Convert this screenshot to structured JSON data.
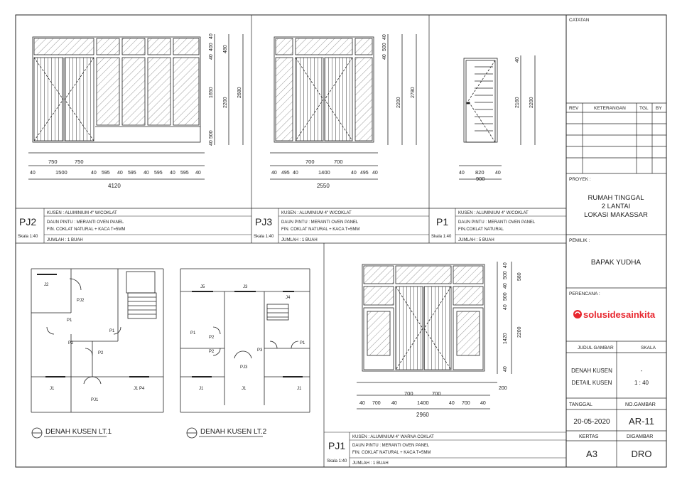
{
  "panels": {
    "pj2": {
      "code": "PJ2",
      "scale": "Skala 1:40",
      "kusen": "KUSEN : ALUMINIUM 4\" W/COKLAT",
      "daun": "DAUN PINTU : MERANTI OVEN PANEL",
      "fin": "FIN.    COKLAT NATURAL + KACA T=5MM",
      "jumlah": "JUMLAH : 1 BUAH",
      "dims_h1": [
        "750",
        "750"
      ],
      "dims_h2": [
        "40",
        "1500",
        "40",
        "595",
        "40",
        "595",
        "40",
        "595",
        "40",
        "595",
        "40"
      ],
      "total": "4120",
      "dims_v1": [
        "40",
        "400",
        "40",
        "1650",
        "500",
        "40"
      ],
      "dims_v2": [
        "480",
        "2200"
      ],
      "dims_v3": [
        "2680"
      ]
    },
    "pj3": {
      "code": "PJ3",
      "scale": "Skala 1:40",
      "kusen": "KUSEN : ALUMINIUM 4\" W/COKLAT",
      "daun": "DAUN PINTU : MERANTI OVEN PANEL",
      "fin": "FIN.    COKLAT NATURAL + KACA T=5MM",
      "jumlah": "JUMLAH : 1 BUAH",
      "dims_h1": [
        "700",
        "700"
      ],
      "dims_h2": [
        "40",
        "495",
        "40",
        "1400",
        "40",
        "495",
        "40"
      ],
      "total": "2550",
      "dims_v1": [
        "40",
        "500",
        "40"
      ],
      "dims_v2": [
        "2200"
      ],
      "dims_v3": [
        "2780"
      ]
    },
    "p1": {
      "code": "P1",
      "scale": "Skala 1:40",
      "kusen": "KUSEN : ALUMINIUM 4\" W/COKLAT",
      "daun": "DAUN PINTU : MERANTI OVEN PANEL",
      "fin": "FIN.COKLAT NATURAL",
      "jumlah": "JUMLAH : 5 BUAH",
      "dims_h2": [
        "40",
        "820",
        "40"
      ],
      "total": "900",
      "dims_v1": [
        "40",
        "2160"
      ],
      "dims_v2": [
        "2200"
      ]
    },
    "pj1": {
      "code": "PJ1",
      "scale": "Skala 1:40",
      "kusen": "KUSEN : ALUMINIUM 4\" WARNA COKLAT",
      "daun": "DAUN PINTU : MERANTI OVEN PANEL",
      "fin": "FIN.    COKLAT NATURAL + KACA T=5MM",
      "jumlah": "JUMLAH : 1 BUAH",
      "dims_h1": [
        "700",
        "700"
      ],
      "dims_h2": [
        "40",
        "700",
        "40",
        "1400",
        "40",
        "700",
        "40"
      ],
      "total": "2960",
      "dims_v1": [
        "40",
        "500",
        "40",
        "500",
        "40",
        "1420",
        "40"
      ],
      "dims_v2": [
        "580",
        "2200"
      ],
      "dims_v3": [
        "200"
      ]
    }
  },
  "plans": {
    "lt1": {
      "title": "DENAH KUSEN LT.1",
      "tags": [
        "J2",
        "PJ2",
        "P1",
        "P1",
        "P2",
        "P2",
        "PJ1",
        "J1",
        "J1",
        "P4"
      ]
    },
    "lt2": {
      "title": "DENAH KUSEN LT.2",
      "tags": [
        "J5",
        "J3",
        "J4",
        "P1",
        "P2",
        "P2",
        "P3",
        "P1",
        "PJ3",
        "J1",
        "J1",
        "J1"
      ]
    }
  },
  "titleblock": {
    "catatan": "CATATAN",
    "rev_headers": [
      "REV",
      "KETERANGAN",
      "TGL",
      "BY"
    ],
    "proyek_label": "PROYEK :",
    "proyek_lines": [
      "RUMAH TINGGAL",
      "2 LANTAI",
      "LOKASI MAKASSAR"
    ],
    "pemilik_label": "PEMILIK :",
    "pemilik": "BAPAK YUDHA",
    "perencana_label": "PERENCANA :",
    "logo_a": "solusi",
    "logo_b": "desain",
    "logo_c": "kita",
    "judul_label": "JUDUL GAMBAR",
    "skala_label": "SKALA",
    "judul_lines": [
      "DENAH KUSEN",
      "DETAIL KUSEN"
    ],
    "skala_values": [
      "-",
      "1 : 40"
    ],
    "tanggal_label": "TANGGAL",
    "tanggal": "20-05-2020",
    "nogambar_label": "NO.GAMBAR",
    "nogambar": "AR-11",
    "kertas_label": "KERTAS",
    "kertas": "A3",
    "digambar_label": "DIGAMBAR",
    "digambar": "DRO"
  },
  "colors": {
    "line": "#222222",
    "logo_red": "#e8262e"
  }
}
